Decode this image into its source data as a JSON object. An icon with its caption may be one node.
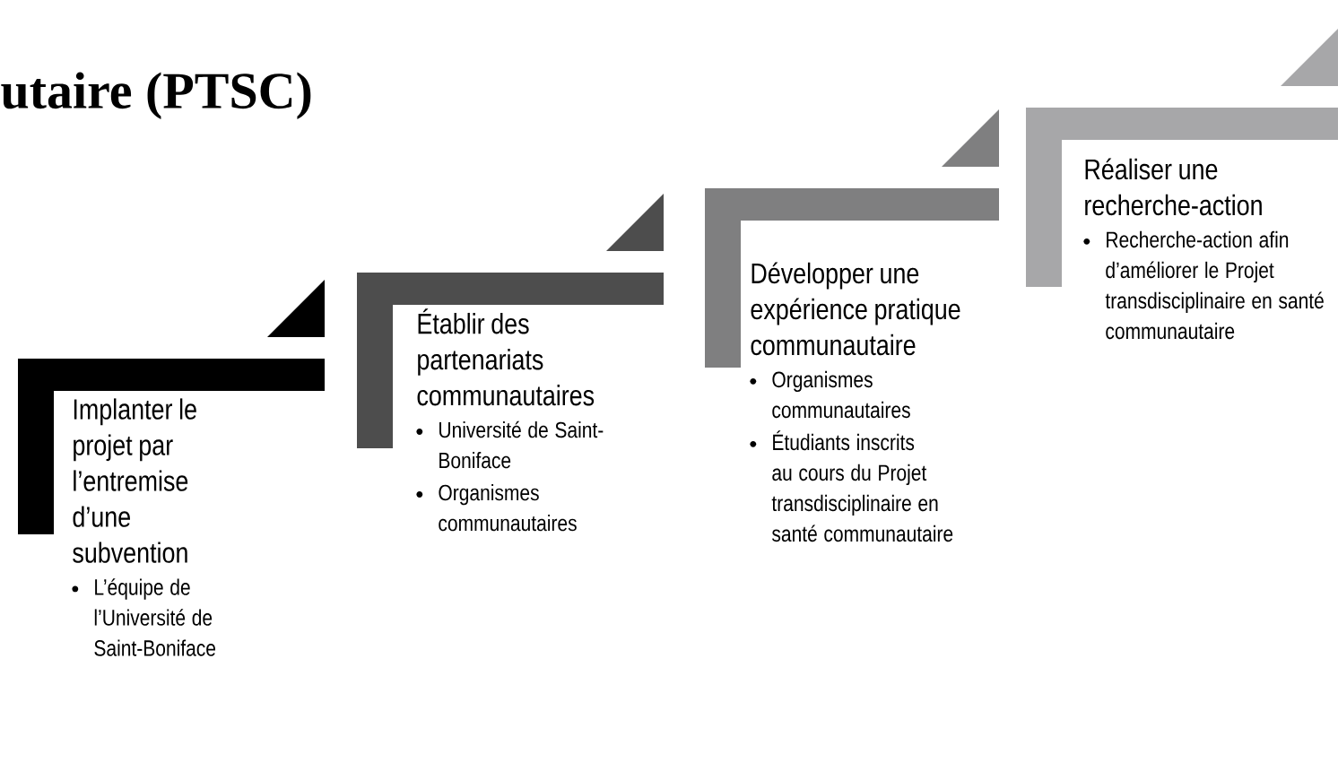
{
  "diagram": {
    "title": "utaire (PTSC)",
    "nodes": [
      {
        "text": [
          "Implanter le projet par l’entremise d’une subvention",
          "L’équipe de l’Université de Saint-Boniface"
        ]
      },
      {
        "text": [
          "Établir des partenariats communautaires",
          "Université de Saint-Boniface",
          "Organismes communautaires"
        ]
      },
      {
        "text": [
          "Développer une expérience pratique communautaire",
          "Organismes communautaires",
          "Étudiants inscrits au cours du Projet transdisciplinaire en santé communautaire"
        ]
      },
      {
        "text": [
          "Réaliser une recherche-action",
          "Recherche-action afin d’améliorer le Projet transdisciplinaire en santé communautaire"
        ]
      }
    ]
  }
}
